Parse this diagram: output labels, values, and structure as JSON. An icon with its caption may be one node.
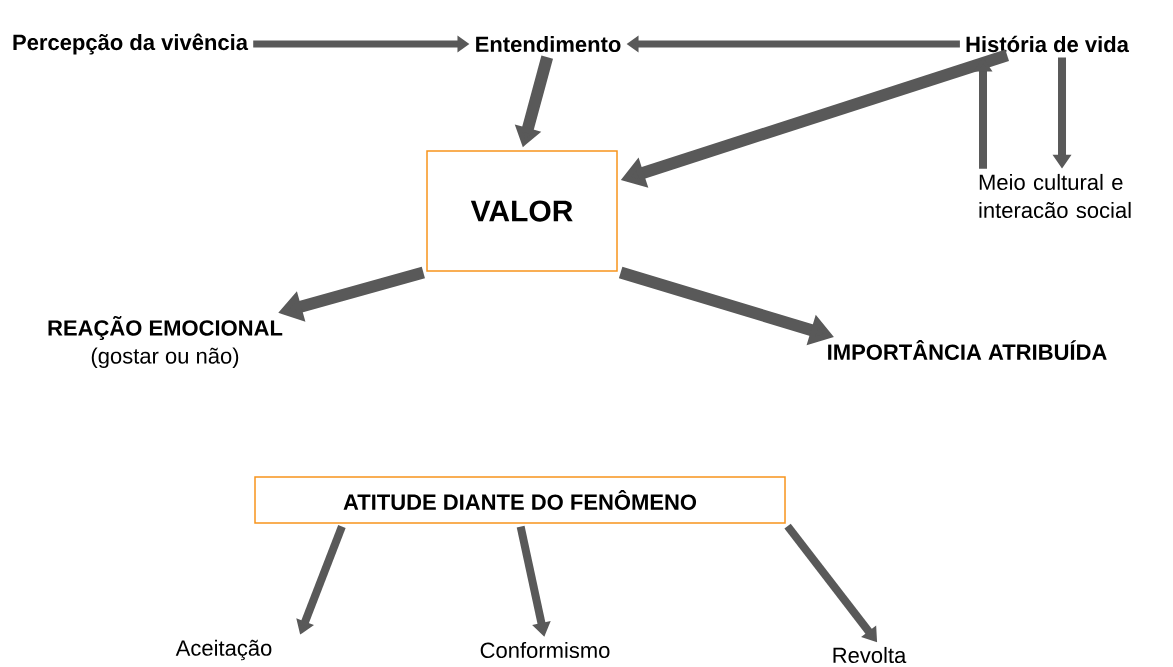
{
  "diagram": {
    "nodes": [
      {
        "text": [
          "Percepção da vivência"
        ]
      },
      {
        "text": [
          "Entendimento"
        ]
      },
      {
        "text": [
          "História de vida"
        ]
      },
      {
        "text": [
          "Meio cultural e interacão social"
        ]
      },
      {
        "text": [
          "VALOR"
        ]
      },
      {
        "text": [
          "REAÇÃO EMOCIONAL",
          "(gostar ou não)"
        ]
      },
      {
        "text": [
          "IMPORTÂNCIA ATRIBUÍDA"
        ]
      },
      {
        "text": [
          "ATITUDE DIANTE DO FENÔMENO"
        ]
      },
      {
        "text": [
          "Aceitação"
        ]
      },
      {
        "text": [
          "Conformismo"
        ]
      },
      {
        "text": [
          "Revolta"
        ]
      }
    ],
    "edges": [
      {
        "from": 0,
        "to": 1,
        "arrow": "to"
      },
      {
        "from": 2,
        "to": 1,
        "arrow": "to"
      },
      {
        "from": 1,
        "to": 4,
        "arrow": "to"
      },
      {
        "from": 2,
        "to": 4,
        "arrow": "to"
      },
      {
        "from": 3,
        "to": 2,
        "arrow": "to"
      },
      {
        "from": 2,
        "to": 3,
        "arrow": "to"
      },
      {
        "from": 4,
        "to": 5,
        "arrow": "to"
      },
      {
        "from": 4,
        "to": 6,
        "arrow": "to"
      },
      {
        "from": 7,
        "to": 8,
        "arrow": "to"
      },
      {
        "from": 7,
        "to": 9,
        "arrow": "to"
      },
      {
        "from": 7,
        "to": 10,
        "arrow": "to"
      }
    ]
  }
}
